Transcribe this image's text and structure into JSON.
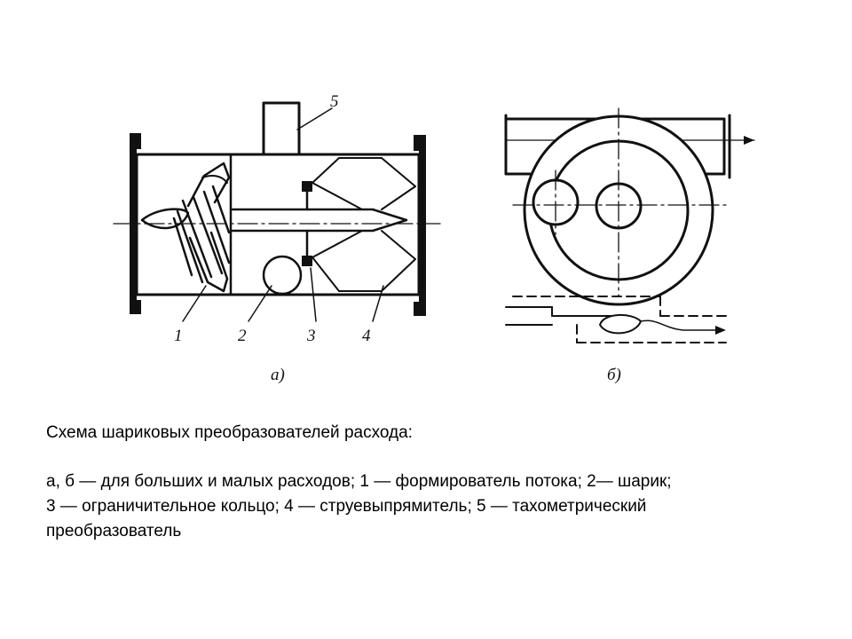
{
  "diagram": {
    "part_a": {
      "labels": {
        "n1": "1",
        "n2": "2",
        "n3": "3",
        "n4": "4",
        "n5": "5"
      },
      "caption": "а)"
    },
    "part_b": {
      "caption": "б)"
    }
  },
  "caption": {
    "title": "Схема шариковых преобразователей расхода:",
    "line1": "а, б — для больших и малых расходов; 1 — формирователь потока; 2— шарик;",
    "line2": "3 — ограничительное кольцо; 4 — струевыпрямитель; 5 — тахометрический",
    "line3": "преобразователь"
  }
}
